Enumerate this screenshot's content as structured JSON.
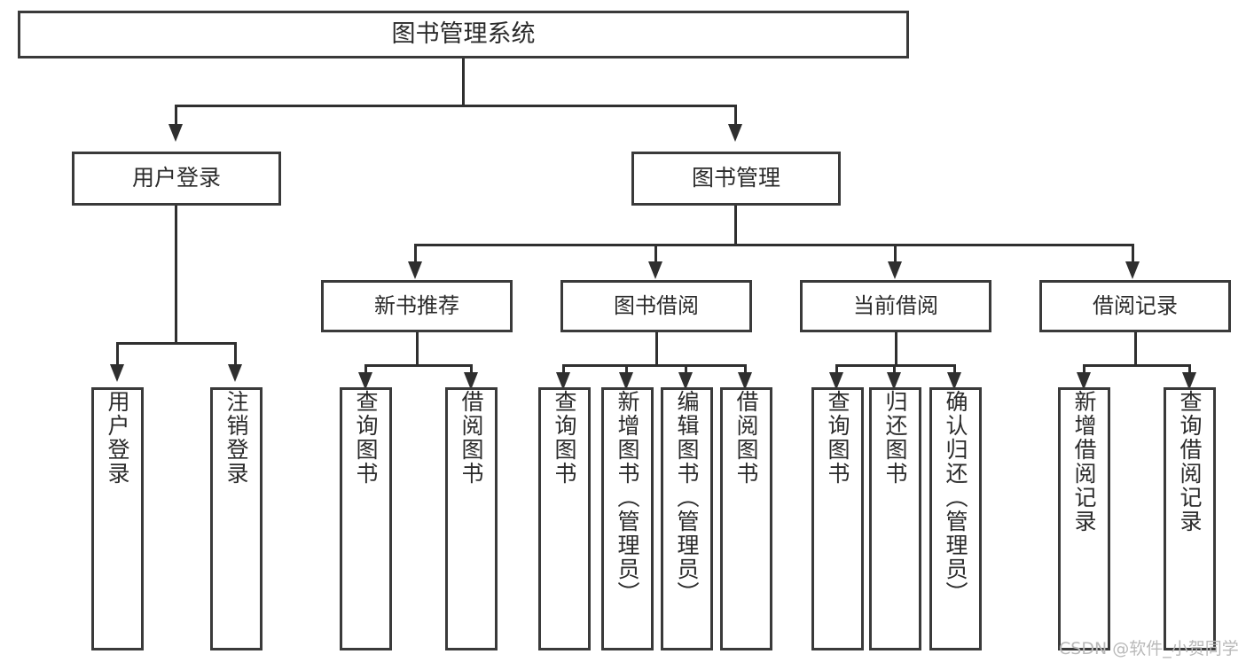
{
  "diagram": {
    "title": "图书管理系统",
    "root": {
      "label": "图书管理系统"
    },
    "level2": [
      {
        "label": "用户登录"
      },
      {
        "label": "图书管理"
      }
    ],
    "level3": [
      {
        "label": "新书推荐"
      },
      {
        "label": "图书借阅"
      },
      {
        "label": "当前借阅"
      },
      {
        "label": "借阅记录"
      }
    ],
    "leaves": {
      "user_login": [
        {
          "label": "用户登录"
        },
        {
          "label": "注销登录"
        }
      ],
      "new_book_recommend": [
        {
          "label": "查询图书"
        },
        {
          "label": "借阅图书"
        }
      ],
      "book_borrow": [
        {
          "label": "查询图书"
        },
        {
          "label": "新增图书（管理员）"
        },
        {
          "label": "编辑图书（管理员）"
        },
        {
          "label": "借阅图书"
        }
      ],
      "current_borrow": [
        {
          "label": "查询图书"
        },
        {
          "label": "归还图书"
        },
        {
          "label": "确认归还（管理员）"
        }
      ],
      "borrow_records": [
        {
          "label": "新增借阅记录"
        },
        {
          "label": "查询借阅记录"
        }
      ]
    }
  },
  "watermark": {
    "text": "CSDN @软件_小贺同学"
  },
  "colors": {
    "box_border": "#3a3a3a",
    "connector": "#2f2f2f",
    "background": "#ffffff",
    "text": "#2b2b2b",
    "watermark": "#b9b9b9"
  }
}
